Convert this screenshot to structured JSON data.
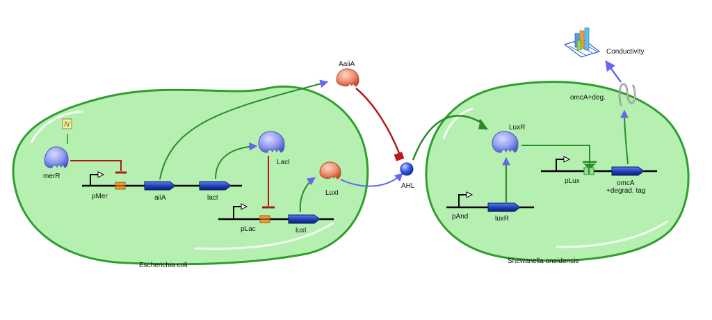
{
  "cells": {
    "left_label": "Escherichia coli",
    "right_label": "Shewanella oneidensis"
  },
  "labels": {
    "merR": "merR",
    "pMer": "pMer",
    "aiiA": "aiiA",
    "lacI": "lacI",
    "LacI": "LacI",
    "pLac": "pLac",
    "luxI": "luxI",
    "LuxI": "LuxI",
    "AaiiA": "AaiiA",
    "AHL": "AHL",
    "LuxR": "LuxR",
    "pAnd": "pAnd",
    "luxR": "luxR",
    "pLux": "pLux",
    "omcA": "omcA",
    "degrad_tag": "+degrad. tag",
    "omcA_deg": "omcA+deg.",
    "conductivity": "Conductivity",
    "mercury_symbol": "N"
  },
  "colors": {
    "cell_fill": "#b5f0b0",
    "cell_stroke": "#2e9e2e",
    "activation": "#2a8a2a",
    "repression": "#b01818",
    "flow_arrow": "#6666ee",
    "protein_blue": "#8f9af0",
    "protein_orange": "#f08a6a",
    "gene_blue": "#1d3fb5",
    "ahl_ball": "#3a5ef0",
    "promoter_box": "#e0a030"
  }
}
